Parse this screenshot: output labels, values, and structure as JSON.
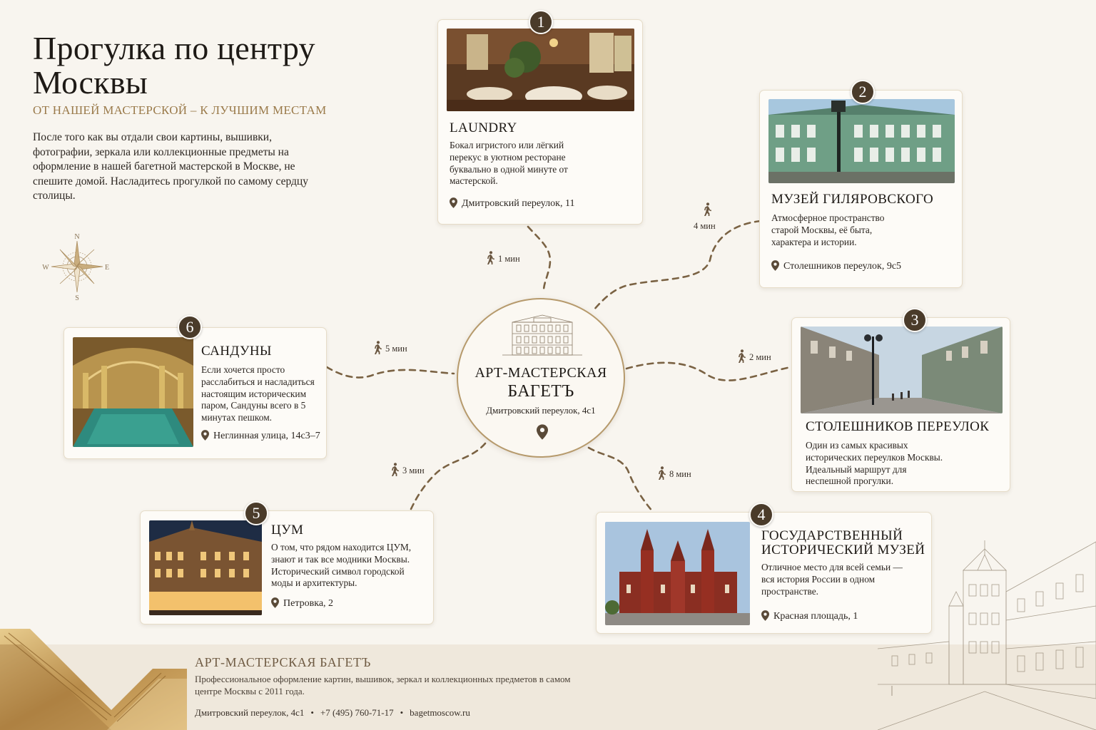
{
  "header": {
    "title": "Прогулка по центру Москвы",
    "subtitle": "От нашей мастерской – к лучшим местам",
    "intro": "После того как вы отдали свои картины, вышивки, фотографии, зеркала или коллекционные предметы на оформление в нашей багетной мастерской в Москве, не спешите домой. Насладитесь прогулкой по самому сердцу столицы."
  },
  "compass": {
    "n": "N",
    "s": "S",
    "w": "W",
    "e": "E"
  },
  "center": {
    "name_line1": "Арт-мастерская",
    "name_line2": "Багетъ",
    "address": "Дмитровский переулок, 4с1"
  },
  "places": [
    {
      "number": "1",
      "title": "Laundry",
      "description": "Бокал игристого или лёгкий перекус в уютном ресторане буквально в одной минуте от мастерской.",
      "address": "Дмитровский переулок, 11",
      "walk": "1 мин"
    },
    {
      "number": "2",
      "title": "Музей Гиляровского",
      "description": "Атмосферное пространство старой Москвы, её быта, характера и истории.",
      "address": "Столешников переулок, 9с5",
      "walk": "4 мин"
    },
    {
      "number": "3",
      "title": "Столешников переулок",
      "description": "Один из самых красивых исторических переулков Москвы. Идеальный маршрут для неспешной прогулки.",
      "address": "",
      "walk": "2 мин"
    },
    {
      "number": "4",
      "title": "Государственный исторический музей",
      "description": "Отличное место для всей семьи — вся история России в одном пространстве.",
      "address": "Красная площадь, 1",
      "walk": "8 мин"
    },
    {
      "number": "5",
      "title": "ЦУМ",
      "description": "О том, что рядом находится ЦУМ, знают и так все модники Москвы. Исторический символ городской моды и архитектуры.",
      "address": "Петровка, 2",
      "walk": "3 мин"
    },
    {
      "number": "6",
      "title": "Сандуны",
      "description": "Если хочется просто расслабиться и насладиться настоящим историческим паром, Сандуны всего в 5 минутах пешком.",
      "address": "Неглинная улица, 14с3–7",
      "walk": "5 мин"
    }
  ],
  "footer": {
    "name": "Арт-мастерская Багетъ",
    "description": "Профессиональное оформление картин, вышивок, зеркал и коллекционных предметов в самом центре Москвы с 2011 года.",
    "address": "Дмитровский переулок, 4с1",
    "phone": "+7 (495) 760-71-17",
    "site": "bagetmoscow.ru",
    "separator": "•"
  },
  "colors": {
    "background": "#f8f5ef",
    "accent": "#9a7a4a",
    "badge": "#4a3b2a",
    "route": "#7a6243"
  }
}
